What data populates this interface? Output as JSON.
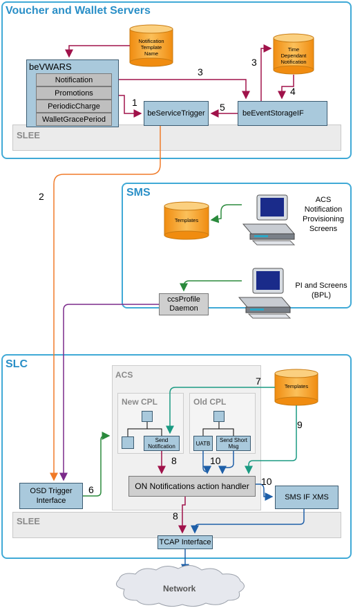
{
  "panels": {
    "voucher": "Voucher and Wallet Servers",
    "sms": "SMS",
    "slc": "SLC"
  },
  "slee_label": "SLEE",
  "bevwars": {
    "title": "beVWARS",
    "tabs": [
      "Notification",
      "Promotions",
      "PeriodicCharge",
      "WalletGracePeriod"
    ]
  },
  "boxes": {
    "be_service_trigger": "beServiceTrigger",
    "be_event_storage": "beEventStorageIF",
    "ccs_profile_daemon_line1": "ccsProfile",
    "ccs_profile_daemon_line2": "Daemon",
    "osd_trigger_line1": "OSD Trigger",
    "osd_trigger_line2": "Interface",
    "on_notifications": "ON Notifications action handler",
    "sms_if_xms": "SMS IF XMS",
    "tcap_interface": "TCAP Interface",
    "send_notification_line1": "Send",
    "send_notification_line2": "Notification",
    "uatb": "UATB",
    "send_short_msg_line1": "Send Short",
    "send_short_msg_line2": "Msg"
  },
  "cylinders": {
    "notification_template_line1": "Notification",
    "notification_template_line2": "Template",
    "notification_template_line3": "Name",
    "time_dependant_line1": "Time",
    "time_dependant_line2": "Dependant",
    "time_dependant_line3": "Notification",
    "templates_sms": "Templates",
    "templates_slc": "Templates"
  },
  "labels": {
    "acs_provisioning_line1": "ACS",
    "acs_provisioning_line2": "Notification",
    "acs_provisioning_line3": "Provisioning",
    "acs_provisioning_line4": "Screens",
    "pi_screens_line1": "PI and Screens",
    "pi_screens_line2": "(BPL)",
    "acs_area": "ACS",
    "new_cpl": "New CPL",
    "old_cpl": "Old CPL",
    "network": "Network"
  },
  "step_numbers": [
    "1",
    "2",
    "3",
    "3",
    "4",
    "5",
    "6",
    "7",
    "8",
    "8",
    "9",
    "10",
    "10"
  ],
  "colors": {
    "panel_border": "#3fa9d6",
    "title_blue": "#2a8fc7",
    "box_blue": "#a9c9dc",
    "cylinder_orange": "#f7a830",
    "arrow_red": "#a0124a",
    "arrow_orange": "#f07a28",
    "arrow_purple": "#7b2a8a",
    "arrow_green": "#2a8a3c",
    "arrow_teal": "#1a9a82",
    "arrow_blue": "#1e5fa8"
  }
}
